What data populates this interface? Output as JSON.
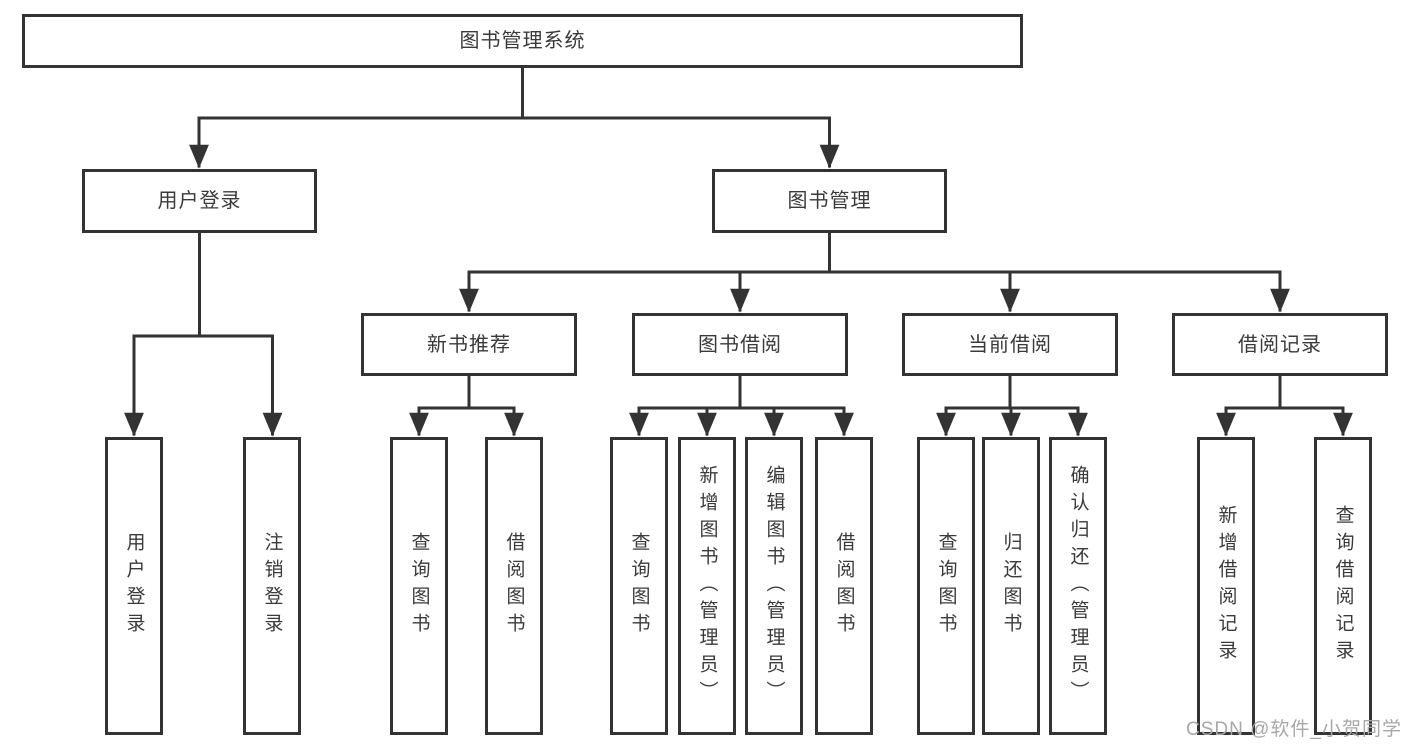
{
  "diagram": {
    "root": "图书管理系统",
    "level2": [
      "用户登录",
      "图书管理"
    ],
    "level3": [
      "新书推荐",
      "图书借阅",
      "当前借阅",
      "借阅记录"
    ],
    "leaves": {
      "user_login": [
        "用户登录",
        "注销登录"
      ],
      "new_book": [
        "查询图书",
        "借阅图书"
      ],
      "book_borrow": [
        "查询图书",
        "新增图书（管理员）",
        "编辑图书（管理员）",
        "借阅图书"
      ],
      "current_borrow": [
        "查询图书",
        "归还图书",
        "确认归还（管理员）"
      ],
      "borrow_records": [
        "新增借阅记录",
        "查询借阅记录"
      ]
    }
  },
  "watermark": "CSDN @软件_小贺同学",
  "colors": {
    "line": "#333333",
    "text": "#3a3a3a",
    "background": "#ffffff",
    "watermark": "#a8a8ab"
  }
}
